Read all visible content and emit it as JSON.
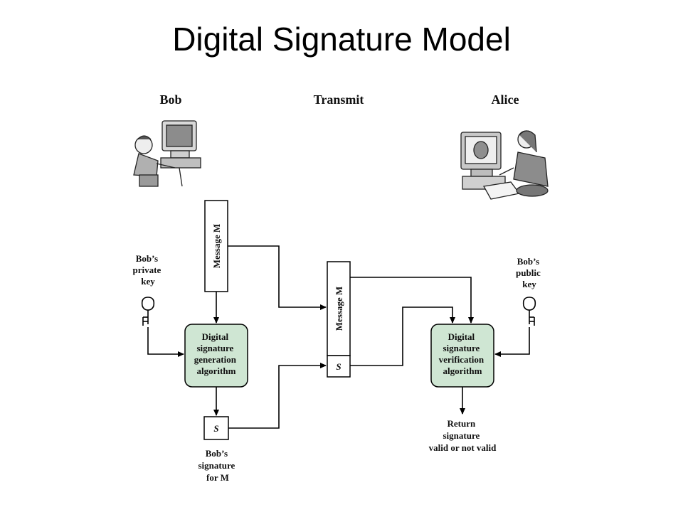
{
  "title": "Digital Signature Model",
  "columns": {
    "left": "Bob",
    "center": "Transmit",
    "right": "Alice"
  },
  "nodes": {
    "message_left": "Message M",
    "message_center": "Message M",
    "sig_center": "S",
    "sig_left": "S",
    "generation_algo": [
      "Digital",
      "signature",
      "generation",
      "algorithm"
    ],
    "verification_algo": [
      "Digital",
      "signature",
      "verification",
      "algorithm"
    ]
  },
  "keys": {
    "private": [
      "Bob’s",
      "private",
      "key"
    ],
    "public": [
      "Bob’s",
      "public",
      "key"
    ]
  },
  "captions": {
    "bob_signature": [
      "Bob’s",
      "signature",
      "for M"
    ],
    "result": [
      "Return",
      "signature",
      "valid or not valid"
    ]
  },
  "colors": {
    "algorithm_fill": "#cfe6d3"
  }
}
